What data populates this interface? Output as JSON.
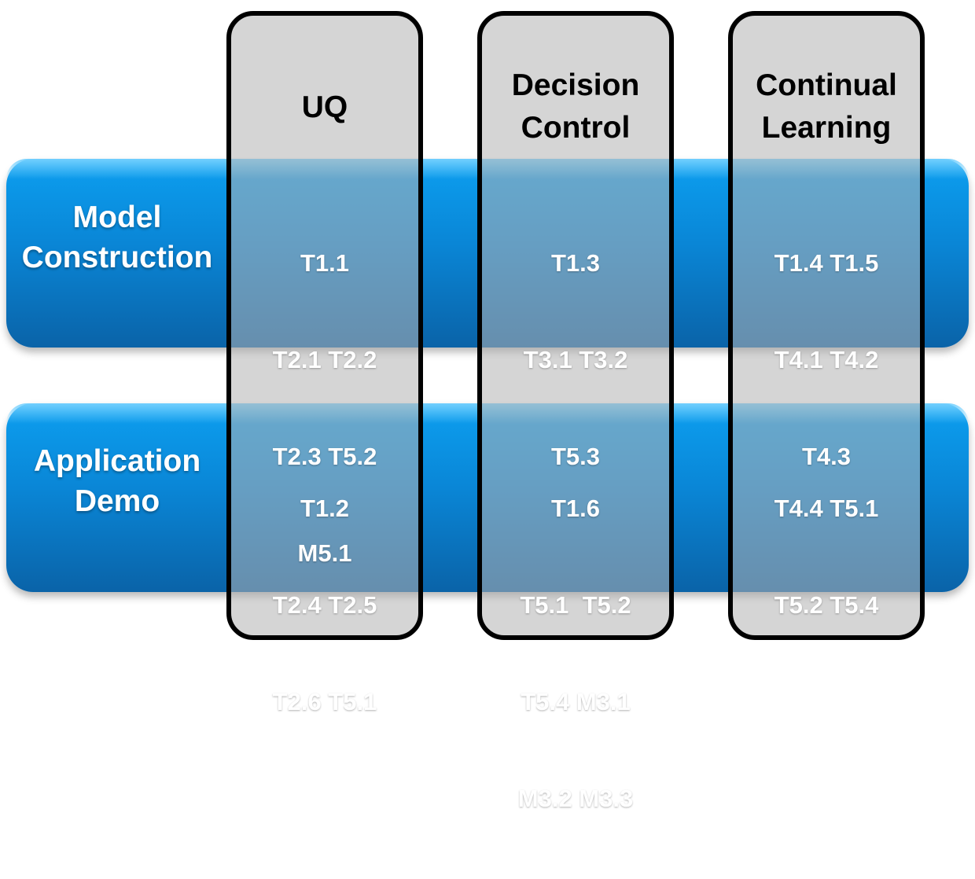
{
  "rows": [
    {
      "label_line1": "Model",
      "label_line2": "Construction"
    },
    {
      "label_line1": "Application",
      "label_line2": "Demo"
    }
  ],
  "columns": [
    {
      "title_line1": "UQ",
      "title_line2": "",
      "cells": [
        [
          "T1.1",
          "T2.1 T2.2",
          "T2.3 T5.2",
          "M5.1"
        ],
        [
          "T1.2",
          "T2.4 T2.5",
          "T2.6 T5.1"
        ]
      ]
    },
    {
      "title_line1": "Decision",
      "title_line2": "Control",
      "cells": [
        [
          "T1.3",
          "T3.1 T3.2",
          "T5.3"
        ],
        [
          "T1.6",
          "T5.1  T5.2",
          "T5.4 M3.1",
          "M3.2 M3.3"
        ]
      ]
    },
    {
      "title_line1": "Continual",
      "title_line2": "Learning",
      "cells": [
        [
          "T1.4 T1.5",
          "T4.1 T4.2",
          "T4.3"
        ],
        [
          "T4.4 T5.1",
          "T5.2 T5.4"
        ]
      ]
    }
  ],
  "colors": {
    "band": "#0a86d6",
    "column_fill": "#b2b2b2",
    "column_border": "#000000",
    "cell_text": "#ffffff"
  }
}
